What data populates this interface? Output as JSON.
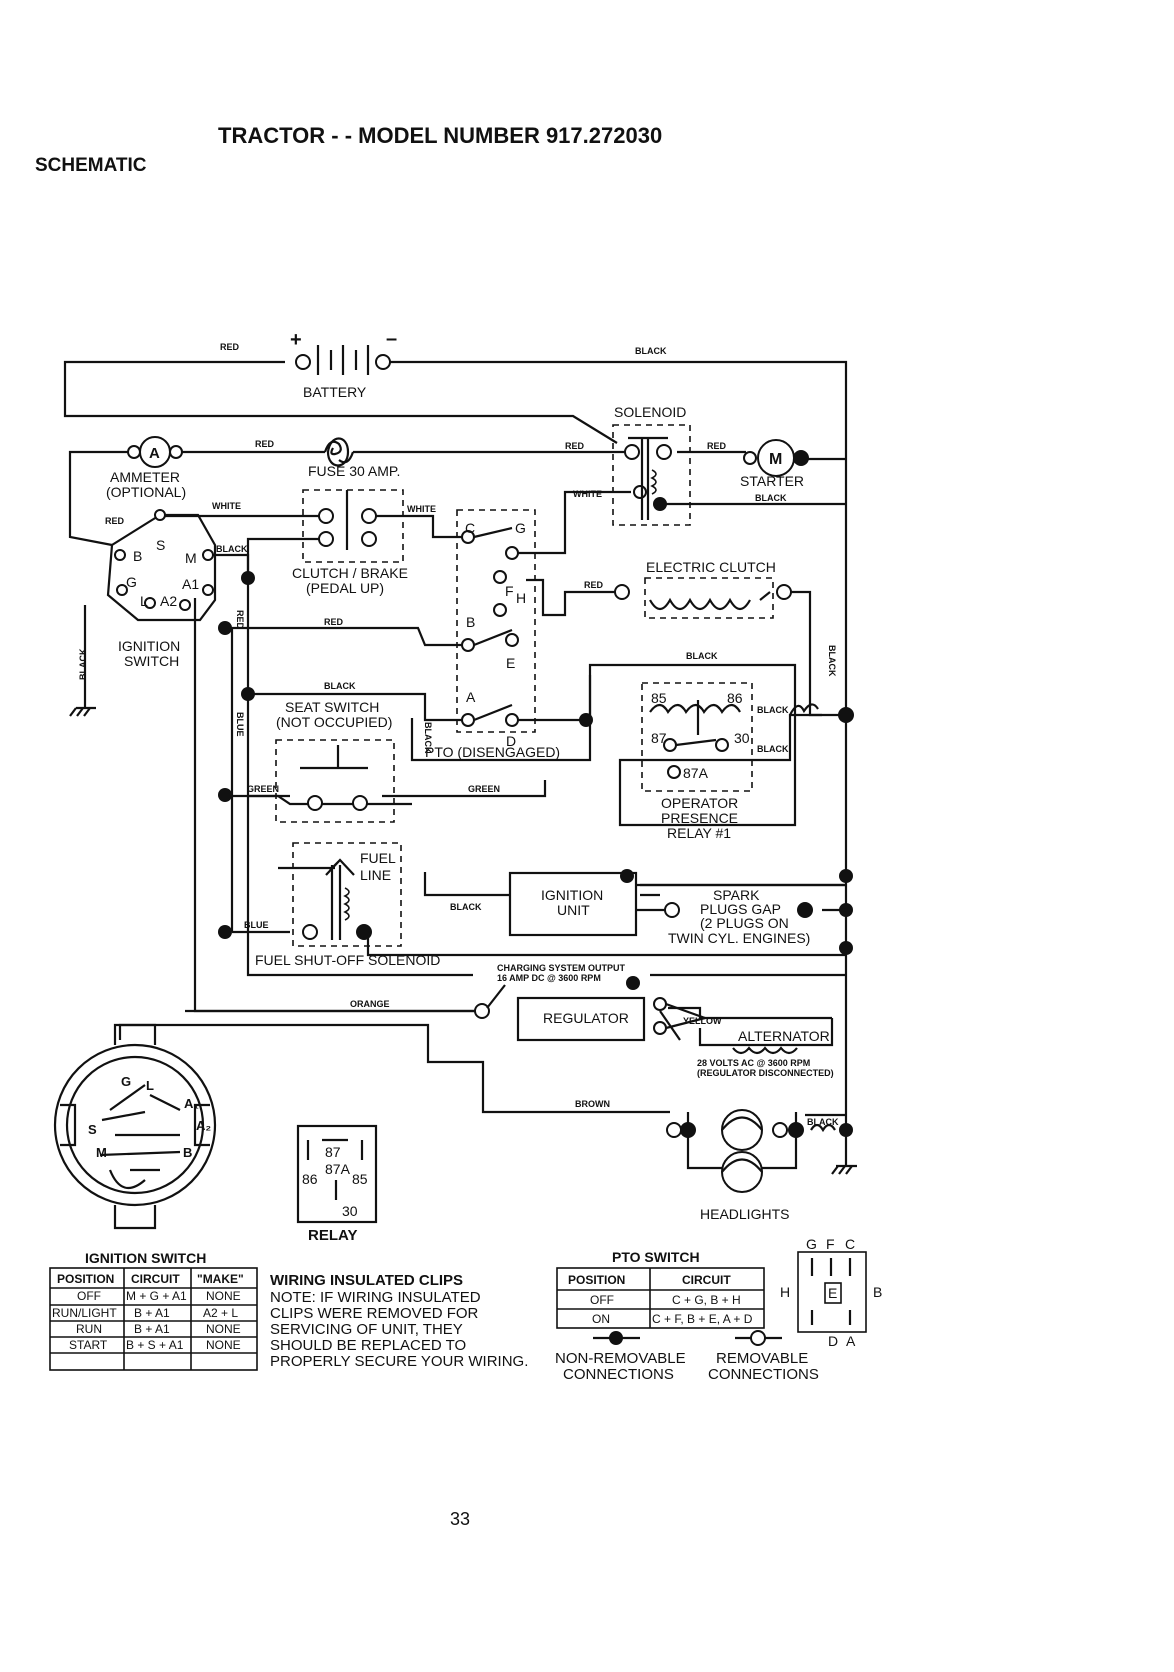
{
  "header": {
    "title": "TRACTOR - - MODEL NUMBER 917.272030",
    "subtitle": "SCHEMATIC"
  },
  "wires": {
    "red": "RED",
    "black": "BLACK",
    "white": "WHITE",
    "blue": "BLUE",
    "green": "GREEN",
    "orange": "ORANGE",
    "brown": "BROWN",
    "yellow": "YELLOW"
  },
  "components": {
    "battery": "BATTERY",
    "battery_plus": "+",
    "battery_minus": "–",
    "solenoid": "SOLENOID",
    "ammeter_symbol": "A",
    "ammeter_line1": "AMMETER",
    "ammeter_line2": "(OPTIONAL)",
    "fuse": "FUSE 30 AMP.",
    "motor_symbol": "M",
    "starter": "STARTER",
    "clutch_brake_line1": "CLUTCH / BRAKE",
    "clutch_brake_line2": "(PEDAL UP)",
    "electric_clutch": "ELECTRIC CLUTCH",
    "ignition_switch_line1": "IGNITION",
    "ignition_switch_line2": "SWITCH",
    "seat_switch_line1": "SEAT SWITCH",
    "seat_switch_line2": "(NOT OCCUPIED)",
    "pto_disengaged": "PTO (DISENGAGED)",
    "relay_line1": "OPERATOR",
    "relay_line2": "PRESENCE",
    "relay_line3": "RELAY #1",
    "fuel_line1": "FUEL",
    "fuel_line2": "LINE",
    "fuel_solenoid": "FUEL SHUT-OFF SOLENOID",
    "ignition_unit_line1": "IGNITION",
    "ignition_unit_line2": "UNIT",
    "spark_line1": "SPARK",
    "spark_line2": "PLUGS GAP",
    "spark_line3": "(2 PLUGS ON",
    "spark_line4": "TWIN CYL. ENGINES)",
    "charging_line1": "CHARGING SYSTEM OUTPUT",
    "charging_line2": "16 AMP DC @ 3600 RPM",
    "regulator": "REGULATOR",
    "alternator": "ALTERNATOR",
    "alt_volts_line1": "28 VOLTS AC @ 3600 RPM",
    "alt_volts_line2": "(REGULATOR DISCONNECTED)",
    "headlights": "HEADLIGHTS",
    "relay_title": "RELAY"
  },
  "terminals": {
    "ign_b": "B",
    "ign_s": "S",
    "ign_m": "M",
    "ign_g": "G",
    "ign_a1": "A1",
    "ign_l": "L",
    "ign_a2": "A2",
    "pto_c": "C",
    "pto_g": "G",
    "pto_f": "F",
    "pto_h": "H",
    "pto_b": "B",
    "pto_e": "E",
    "pto_a": "A",
    "pto_d": "D",
    "relay_85": "85",
    "relay_86": "86",
    "relay_87": "87",
    "relay_30": "30",
    "relay_87a": "87A",
    "sw_g": "G",
    "sw_l": "L",
    "sw_a1": "A₁",
    "sw_a2": "A₂",
    "sw_s": "S",
    "sw_m": "M",
    "sw_b": "B",
    "pto_g_label": "G",
    "pto_f_label": "F",
    "pto_c_label": "C",
    "pto_h_label": "H",
    "pto_e_label": "E",
    "pto_b_label": "B",
    "pto_d_label": "D",
    "pto_a_label": "A"
  },
  "ignition_switch_table": {
    "title": "IGNITION SWITCH",
    "headers": [
      "POSITION",
      "CIRCUIT",
      "\"MAKE\""
    ],
    "rows": [
      [
        "OFF",
        "M + G + A1",
        "NONE"
      ],
      [
        "RUN/LIGHT",
        "B + A1",
        "A2 + L"
      ],
      [
        "RUN",
        "B + A1",
        "NONE"
      ],
      [
        "START",
        "B + S + A1",
        "NONE"
      ]
    ]
  },
  "notes": {
    "clips_title": "WIRING INSULATED CLIPS",
    "lines": [
      "NOTE: IF WIRING INSULATED",
      "CLIPS WERE REMOVED FOR",
      "SERVICING OF UNIT, THEY",
      "SHOULD BE REPLACED TO",
      "PROPERLY SECURE YOUR WIRING."
    ]
  },
  "pto_switch_table": {
    "title": "PTO SWITCH",
    "headers": [
      "POSITION",
      "CIRCUIT"
    ],
    "rows": [
      [
        "OFF",
        "C + G, B + H"
      ],
      [
        "ON",
        "C + F, B + E, A + D"
      ]
    ]
  },
  "legend": {
    "non_removable_1": "NON-REMOVABLE",
    "non_removable_2": "CONNECTIONS",
    "removable_1": "REMOVABLE",
    "removable_2": "CONNECTIONS"
  },
  "page_number": "33"
}
